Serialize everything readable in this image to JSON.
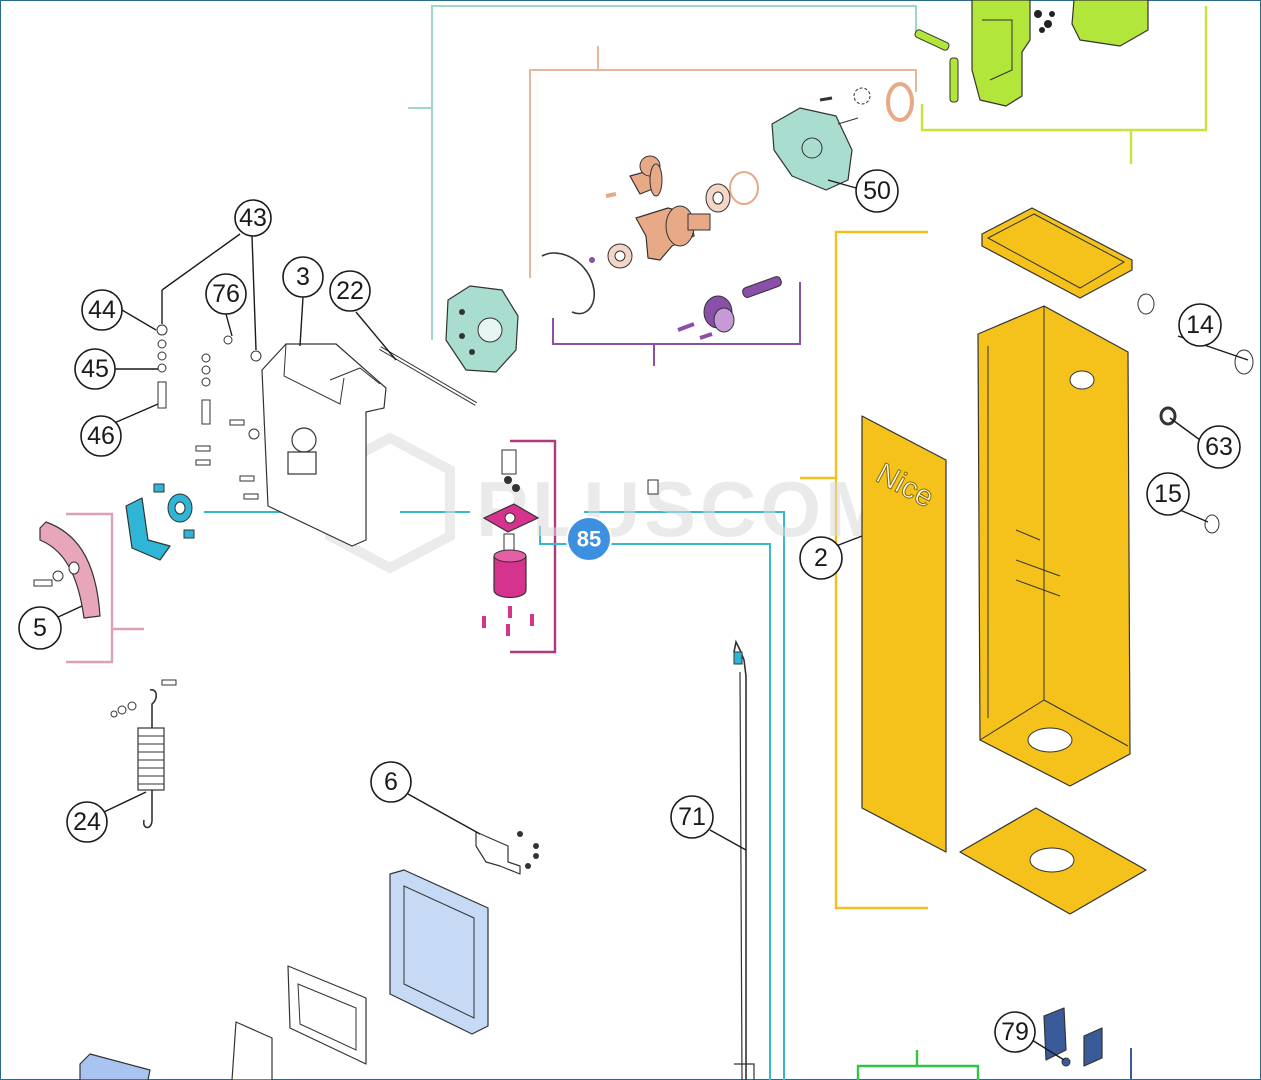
{
  "watermark": {
    "text": "PLUSCOM"
  },
  "brand_label": "Nice",
  "hotspot_badge": {
    "label": "85",
    "color": "#3d8fe0"
  },
  "callouts": [
    {
      "id": "43",
      "label": "43"
    },
    {
      "id": "44",
      "label": "44"
    },
    {
      "id": "45",
      "label": "45"
    },
    {
      "id": "46",
      "label": "46"
    },
    {
      "id": "76",
      "label": "76"
    },
    {
      "id": "3",
      "label": "3"
    },
    {
      "id": "22",
      "label": "22"
    },
    {
      "id": "50",
      "label": "50"
    },
    {
      "id": "14",
      "label": "14"
    },
    {
      "id": "63",
      "label": "63"
    },
    {
      "id": "15",
      "label": "15"
    },
    {
      "id": "2",
      "label": "2"
    },
    {
      "id": "5",
      "label": "5"
    },
    {
      "id": "24",
      "label": "24"
    },
    {
      "id": "6",
      "label": "6"
    },
    {
      "id": "71",
      "label": "71"
    },
    {
      "id": "79",
      "label": "79"
    }
  ],
  "colors": {
    "cabinet_yellow": "#f5c21b",
    "gearbox_green": "#b2e63a",
    "gear_housing_teal": "#a9ddd0",
    "gear_salmon": "#e8a987",
    "motor_magenta": "#d6338f",
    "cam_cyan": "#2fb6d6",
    "plate_pink": "#e7a6b9",
    "control_box_blue": "#c6d9f5",
    "group_line_teal": "#9fd6cc",
    "group_line_salmon": "#e7b79c",
    "group_line_purple": "#8a4fa8",
    "group_line_magenta": "#b0387d",
    "group_line_yellow": "#f2c11c",
    "group_line_lime": "#c8e43a",
    "group_line_cyan": "#35b8d0",
    "group_line_pink": "#dca0b5",
    "group_line_green": "#33c24a",
    "group_line_navy": "#3a5a9a"
  }
}
